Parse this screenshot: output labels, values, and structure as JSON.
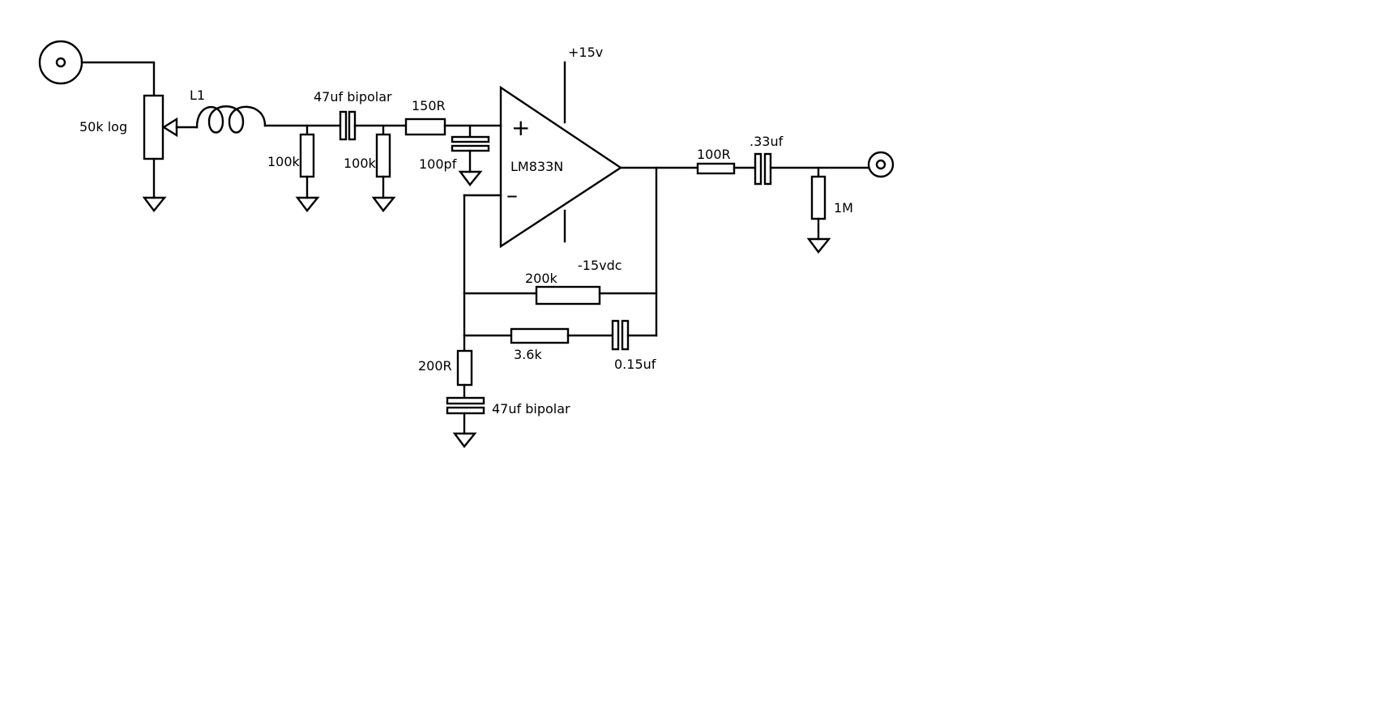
{
  "diagram": {
    "labels": {
      "pot": "50k log",
      "inductor": "L1",
      "r_in1": "100k",
      "c_in": "47uf bipolar",
      "r_in2": "100k",
      "r_series": "150R",
      "c_filter": "100pf",
      "opamp": "LM833N",
      "plus_sign": "+",
      "minus_sign": "–",
      "vpos": "+15v",
      "vneg": "-15vdc",
      "r_out": "100R",
      "c_out": ".33uf",
      "r_load": "1M",
      "r_fb": "200k",
      "r_fb2": "3.6k",
      "c_fb2": "0.15uf",
      "r_gnd": "200R",
      "c_gnd": "47uf bipolar"
    },
    "colors": {
      "ink": "#000000",
      "background": "#ffffff"
    }
  }
}
